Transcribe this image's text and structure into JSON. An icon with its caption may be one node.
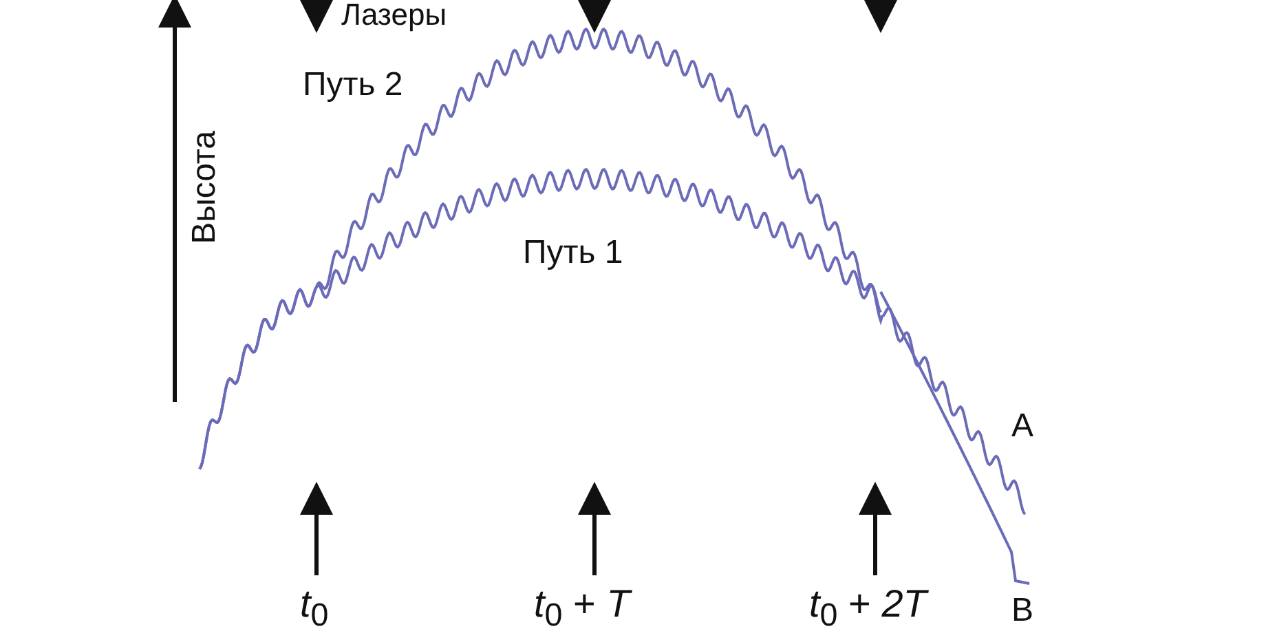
{
  "diagram": {
    "labels": [
      "Лазеры",
      "Высота",
      "Путь 2",
      "Путь 1",
      "A",
      "B",
      "*t*$_{0}$",
      "*t*$_{0}$ + *T*",
      "*t*$_{0}$ + *2T*"
    ]
  }
}
